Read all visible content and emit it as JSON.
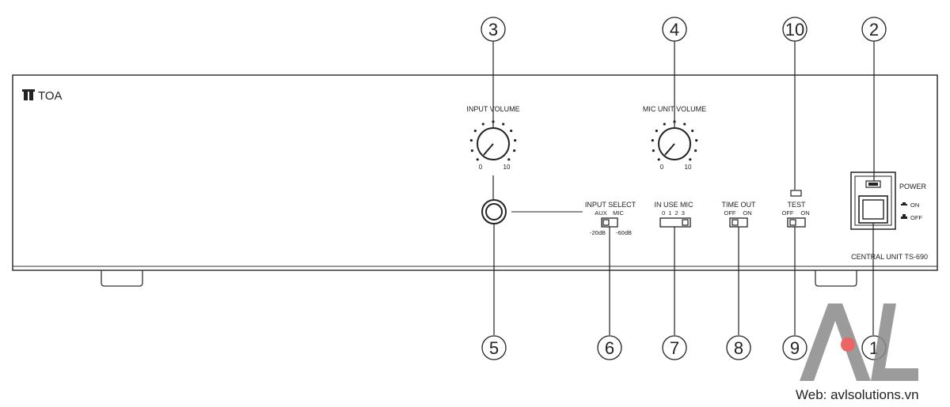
{
  "brand": "TOA",
  "model": "CENTRAL UNIT TS-690",
  "controls": {
    "input_volume": {
      "label": "INPUT VOLUME",
      "min": "0",
      "max": "10"
    },
    "mic_unit_volume": {
      "label": "MIC UNIT VOLUME",
      "min": "0",
      "max": "10"
    },
    "input_select": {
      "label": "INPUT SELECT",
      "aux": "AUX",
      "mic": "MIC",
      "aux_level": "-20dB",
      "mic_level": "-60dB"
    },
    "in_use_mic": {
      "label": "IN USE MIC",
      "positions": "0 1 2 3"
    },
    "time_out": {
      "label": "TIME OUT",
      "off": "OFF",
      "on": "ON"
    },
    "test": {
      "label": "TEST",
      "off": "OFF",
      "on": "ON"
    },
    "power": {
      "label": "POWER",
      "on": "ON",
      "off": "OFF"
    }
  },
  "callouts": {
    "c1": "1",
    "c2": "2",
    "c3": "3",
    "c4": "4",
    "c5": "5",
    "c6": "6",
    "c7": "7",
    "c8": "8",
    "c9": "9",
    "c10": "10"
  },
  "watermark": {
    "logo": "AVL",
    "web": "Web: avlsolutions.vn",
    "accent_color": "#e84b4b",
    "logo_color": "#8a8a8a"
  }
}
